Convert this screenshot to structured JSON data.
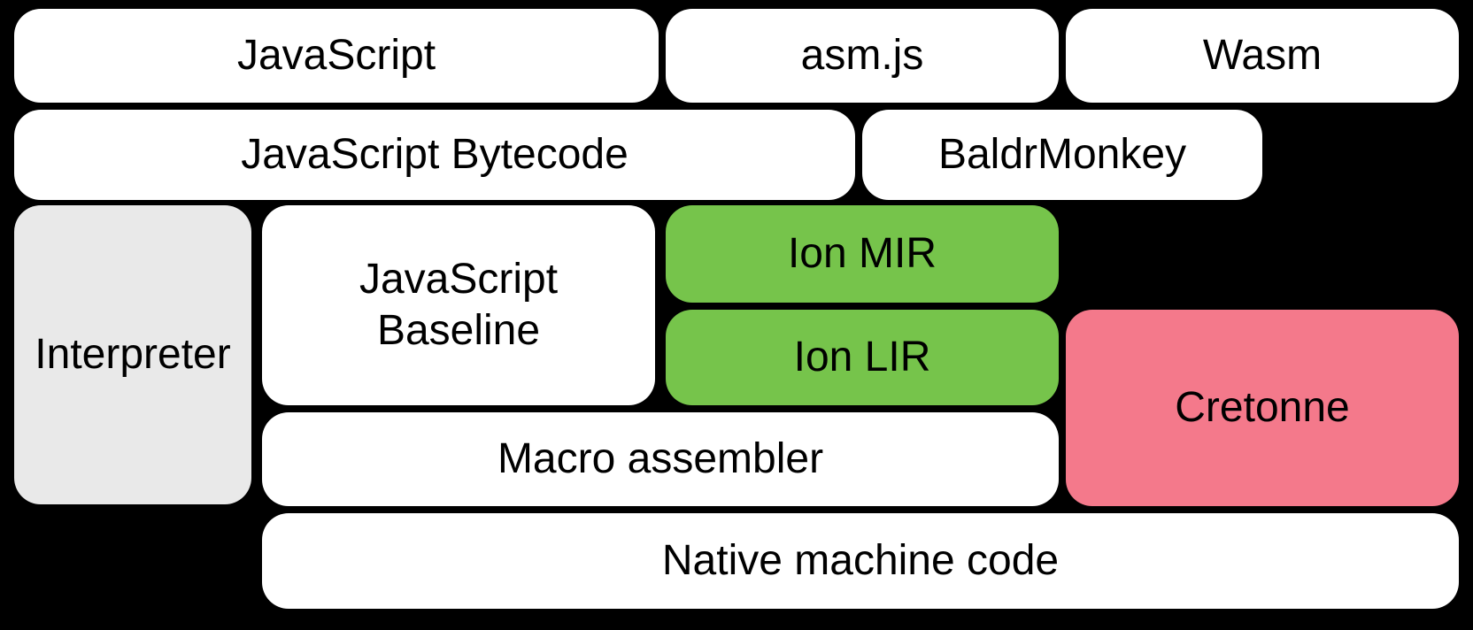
{
  "colors": {
    "background": "#000000",
    "box_white": "#ffffff",
    "box_gray": "#e9e9e9",
    "box_green": "#76c44b",
    "box_pink": "#f4798b",
    "text": "#000000"
  },
  "boxes": {
    "javascript": {
      "label": "JavaScript"
    },
    "asmjs": {
      "label": "asm.js"
    },
    "wasm": {
      "label": "Wasm"
    },
    "bytecode": {
      "label": "JavaScript Bytecode"
    },
    "baldrmonkey": {
      "label": "BaldrMonkey"
    },
    "interpreter": {
      "label": "Interpreter"
    },
    "baseline": {
      "line1": "JavaScript",
      "line2": "Baseline"
    },
    "ion_mir": {
      "label": "Ion MIR"
    },
    "ion_lir": {
      "label": "Ion LIR"
    },
    "cretonne": {
      "label": "Cretonne"
    },
    "macro_assembler": {
      "label": "Macro assembler"
    },
    "native": {
      "label": "Native machine code"
    }
  }
}
